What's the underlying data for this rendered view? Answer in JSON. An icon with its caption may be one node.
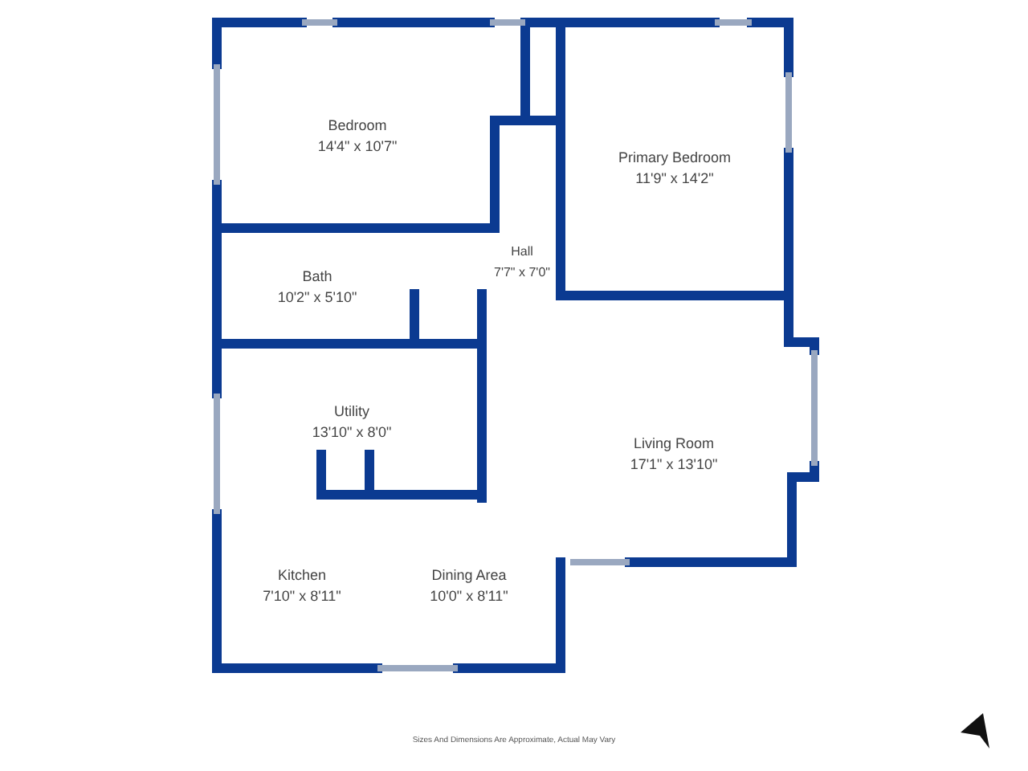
{
  "diagram": {
    "nodes": [
      {
        "text": [
          "Bedroom",
          "14'4\" x 10'7\""
        ]
      },
      {
        "text": [
          "Primary Bedroom",
          "11'9\" x 14'2\""
        ]
      },
      {
        "text": [
          "Hall",
          "7'7\" x 7'0\""
        ]
      },
      {
        "text": [
          "Bath",
          "10'2\" x 5'10\""
        ]
      },
      {
        "text": [
          "Utility",
          "13'10\" x 8'0\""
        ]
      },
      {
        "text": [
          "Living Room",
          "17'1\" x 13'10\""
        ]
      },
      {
        "text": [
          "Kitchen",
          "7'10\" x 8'11\""
        ]
      },
      {
        "text": [
          "Dining Area",
          "10'0\" x 8'11\""
        ]
      }
    ],
    "labels": [
      "Sizes And Dimensions Are Approximate, Actual May Vary"
    ]
  }
}
